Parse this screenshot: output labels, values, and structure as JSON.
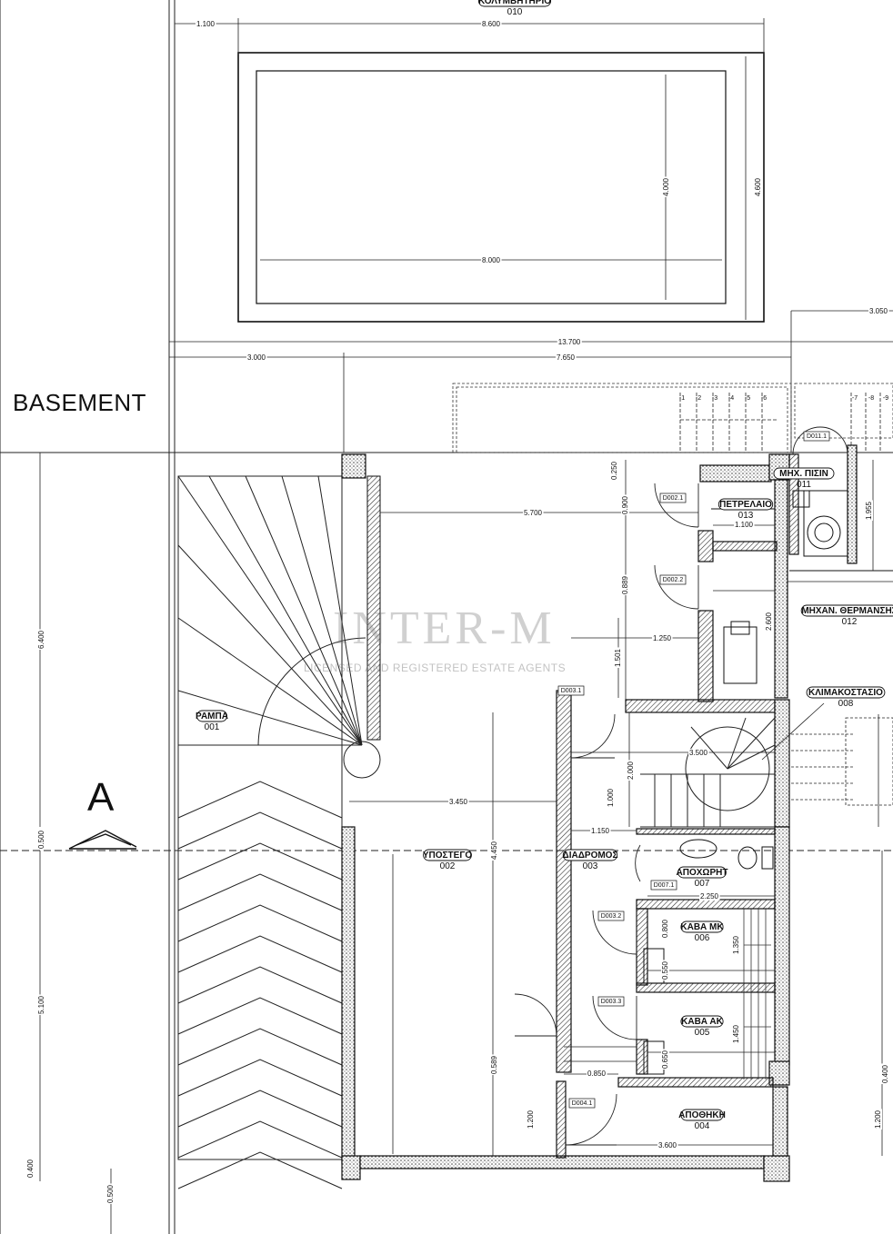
{
  "plan": {
    "title": "BASEMENT",
    "section_marker": "A",
    "watermark": {
      "brand": "INTER-M",
      "tagline": "LICENSED AND REGISTERED ESTATE AGENTS"
    },
    "rooms": [
      {
        "name": "ΚΟΛΥΜΒΗΤΗΡΙΟ",
        "number": "010"
      },
      {
        "name": "ΡΑΜΠΑ",
        "number": "001"
      },
      {
        "name": "ΥΠΟΣΤΕΓΟ",
        "number": "002"
      },
      {
        "name": "ΔΙΑΔΡΟΜΟΣ",
        "number": "003"
      },
      {
        "name": "ΑΠΟΘΗΚΗ",
        "number": "004"
      },
      {
        "name": "ΚΑΒΑ ΑΚ",
        "number": "005"
      },
      {
        "name": "ΚΑΒΑ ΜΚ",
        "number": "006"
      },
      {
        "name": "ΑΠΟΧΩΡΗΤ",
        "number": "007"
      },
      {
        "name": "ΚΛΙΜΑΚΟΣΤΑΣΙΟ",
        "number": "008"
      },
      {
        "name": "ΜΗΧ. ΠΙΣΙΝ",
        "number": "011"
      },
      {
        "name": "ΜΗΧΑΝ. ΘΕΡΜΑΝΣΗΣ",
        "number": "012"
      },
      {
        "name": "ΠΕΤΡΕΛΑΙΟ",
        "number": "013"
      }
    ],
    "door_tags": [
      "D002.1",
      "D002.2",
      "D003.1",
      "D003.2",
      "D003.3",
      "D004.1",
      "D007.1",
      "D011.1"
    ],
    "stair_steps": [
      "-1",
      "-2",
      "-3",
      "-4",
      "-5",
      "-6",
      "-7",
      "-8",
      "-9"
    ],
    "dimensions": {
      "top_left": "1.100",
      "top_pool_outer": "8.600",
      "pool_inner_len": "8.000",
      "pool_inner_w": "4.000",
      "pool_outer_w": "4.600",
      "overall": "13.700",
      "left_strip": "3.000",
      "mid_span": "7.650",
      "right_strip": "3.050",
      "ramp_h": "6.400",
      "ramp_bottom": "5.100",
      "gap": "0.500",
      "bottom_a": "0.400",
      "bottom_b": "0.500",
      "upper_span": "5.700",
      "d_0250": "0.250",
      "d_0900": "0.900",
      "d_1250": "1.250",
      "d_1100": "1.100",
      "d_1955": "1.955",
      "d_1501": "1.501",
      "d_0889": "0.889",
      "d_3500": "3.500",
      "d_2000": "2.000",
      "d_1000": "1.000",
      "d_3450": "3.450",
      "d_1150": "1.150",
      "d_4450": "4.450",
      "d_2250": "2.250",
      "d_0800": "0.800",
      "d_0550": "0.550",
      "d_1350": "1.350",
      "d_1450": "1.450",
      "d_0650": "0.650",
      "d_0850": "0.850",
      "d_0589": "0.589",
      "d_1200": "1.200",
      "d_3600": "3.600",
      "d_2600": "2.600",
      "d_1200b": "1.200",
      "d_0400": "0.400"
    }
  }
}
